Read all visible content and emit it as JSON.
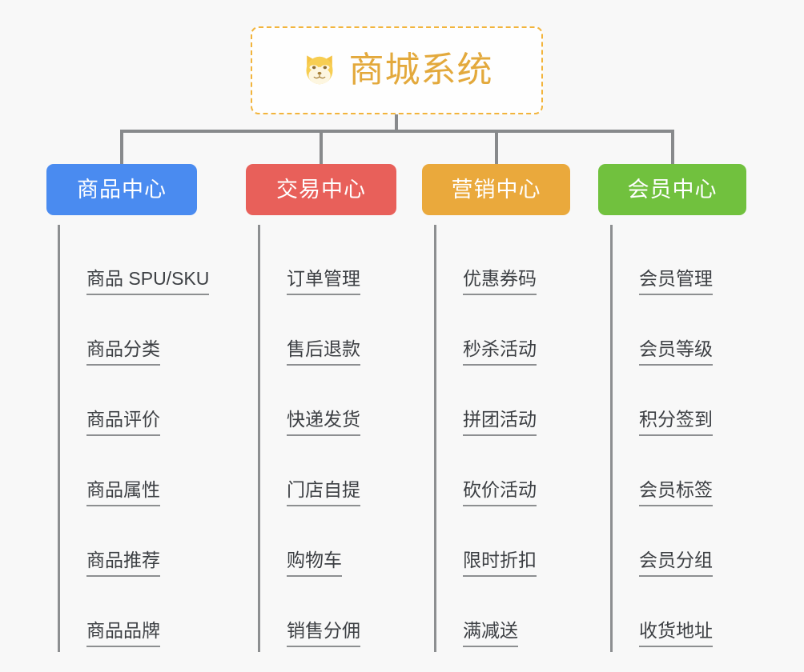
{
  "page": {
    "background_color": "#f8f8f8",
    "line_color": "#8d8f91",
    "leaf_text_color": "#3c3f43"
  },
  "root": {
    "title": "商城系统",
    "icon": "shiba-dog-face-icon",
    "border_color": "#f2b43c",
    "title_color": "#e3a93c",
    "background_color": "#fefefe"
  },
  "branches": [
    {
      "label": "商品中心",
      "color": "#4a8bf0",
      "items": [
        "商品 SPU/SKU",
        "商品分类",
        "商品评价",
        "商品属性",
        "商品推荐",
        "商品品牌"
      ]
    },
    {
      "label": "交易中心",
      "color": "#e8605a",
      "items": [
        "订单管理",
        "售后退款",
        "快递发货",
        "门店自提",
        "购物车",
        "销售分佣"
      ]
    },
    {
      "label": "营销中心",
      "color": "#eaa93c",
      "items": [
        "优惠券码",
        "秒杀活动",
        "拼团活动",
        "砍价活动",
        "限时折扣",
        "满减送"
      ]
    },
    {
      "label": "会员中心",
      "color": "#71c13e",
      "items": [
        "会员管理",
        "会员等级",
        "积分签到",
        "会员标签",
        "会员分组",
        "收货地址"
      ]
    }
  ]
}
